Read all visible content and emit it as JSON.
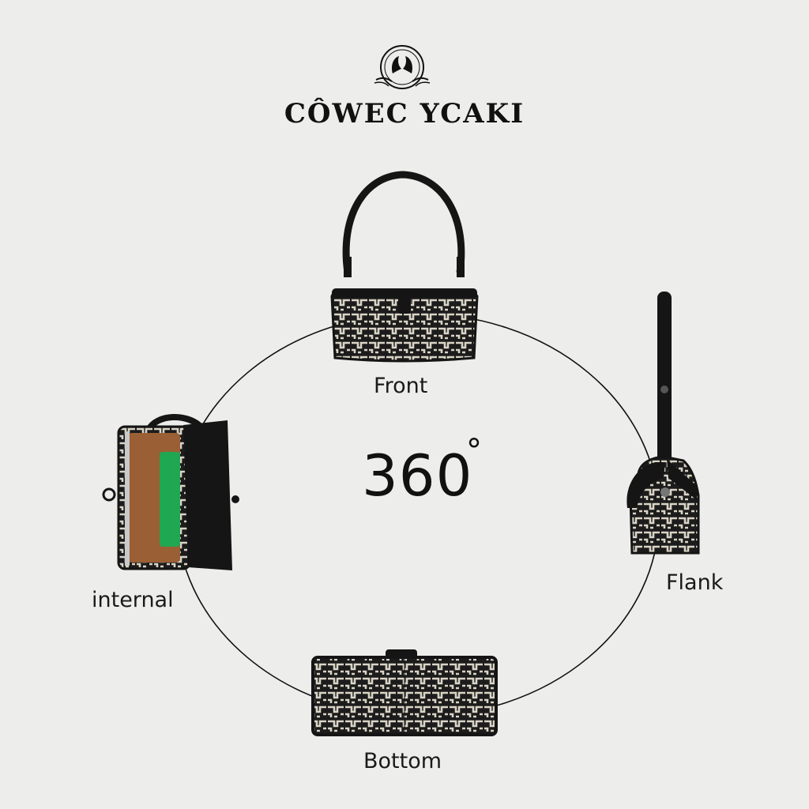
{
  "brand": {
    "name": "CÔWEC YCAKI"
  },
  "center": {
    "value": "360",
    "degree_symbol": "°"
  },
  "views": [
    {
      "label": "Front"
    },
    {
      "label": "Flank"
    },
    {
      "label": "internal"
    },
    {
      "label": "Bottom"
    }
  ],
  "colors": {
    "background": "#ededeb",
    "leather": "#151515",
    "jacquard_light": "#d9d4c6",
    "jacquard_dark": "#1c1c1c",
    "lining": "#9a5f34",
    "pocket": "#1fa751"
  }
}
